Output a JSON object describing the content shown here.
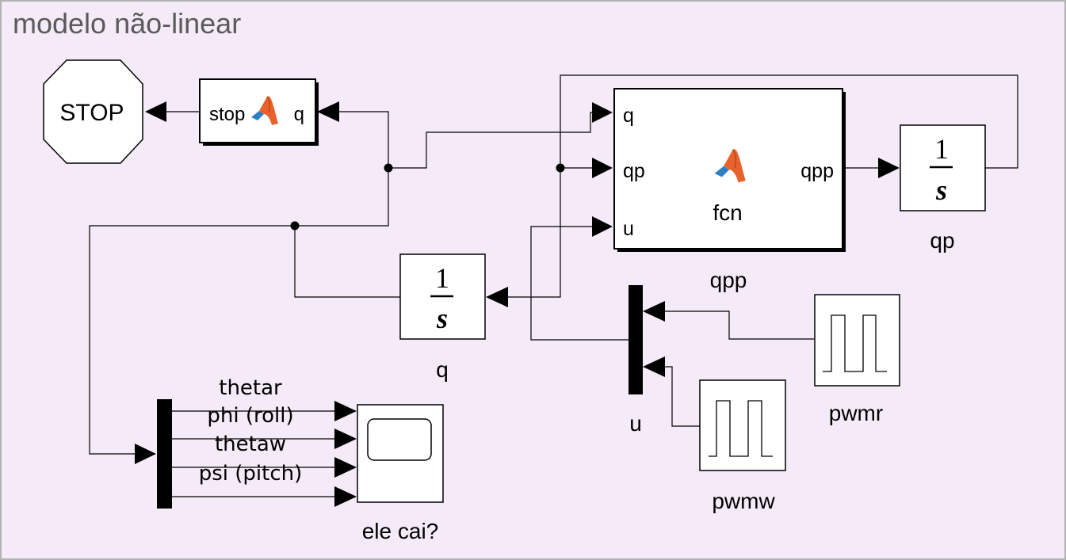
{
  "area": {
    "title": "modelo não-linear"
  },
  "blocks": {
    "stop": {
      "label": "STOP"
    },
    "stop_fcn": {
      "in_port": "q",
      "out_port": "stop"
    },
    "fcn": {
      "in_ports": [
        "q",
        "qp",
        "u"
      ],
      "out_port": "qpp",
      "center_label": "fcn",
      "name": "qpp"
    },
    "int_qp": {
      "num": "1",
      "den": "s",
      "name": "qp"
    },
    "int_q": {
      "num": "1",
      "den": "s",
      "name": "q"
    },
    "mux_u": {
      "name": "u"
    },
    "pwmr": {
      "name": "pwmr"
    },
    "pwmw": {
      "name": "pwmw"
    },
    "scope": {
      "name": "ele cai?"
    },
    "mux_scope": {
      "signal_labels": [
        "thetar",
        "phi (roll)",
        "thetaw",
        "psi (pitch)"
      ]
    }
  },
  "colors": {
    "canvas_bg": "#f5eaf7",
    "area_border": "#b3b3b3",
    "title_text": "#5a5a5a",
    "line": "#000000",
    "matlab_orange": "#e8632b",
    "matlab_blue": "#2d7fc1"
  },
  "icons": [
    "matlab-logo-icon",
    "pulse-generator-icon",
    "scope-screen-icon"
  ]
}
